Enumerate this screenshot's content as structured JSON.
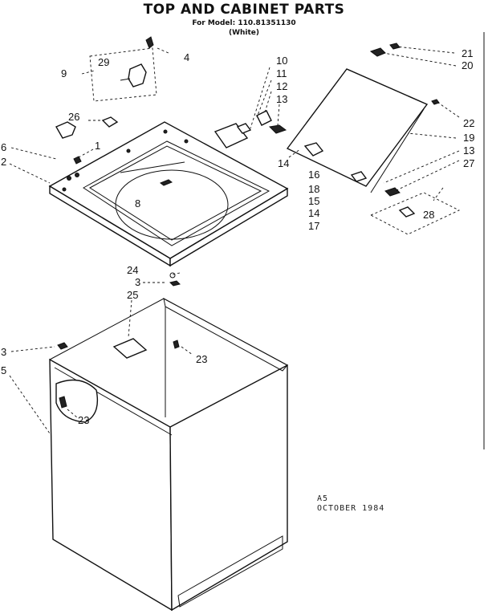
{
  "header": {
    "title": "TOP AND CABINET PARTS",
    "model_line": "For Model: 110.81351130",
    "color_line": "(White)"
  },
  "stamp": {
    "code": "A5",
    "date": "OCTOBER 1984"
  },
  "callouts": [
    "1",
    "2",
    "3",
    "4",
    "5",
    "6",
    "8",
    "9",
    "10",
    "11",
    "12",
    "13",
    "14",
    "15",
    "16",
    "17",
    "18",
    "19",
    "20",
    "21",
    "22",
    "23",
    "24",
    "25",
    "26",
    "27",
    "28",
    "29"
  ]
}
